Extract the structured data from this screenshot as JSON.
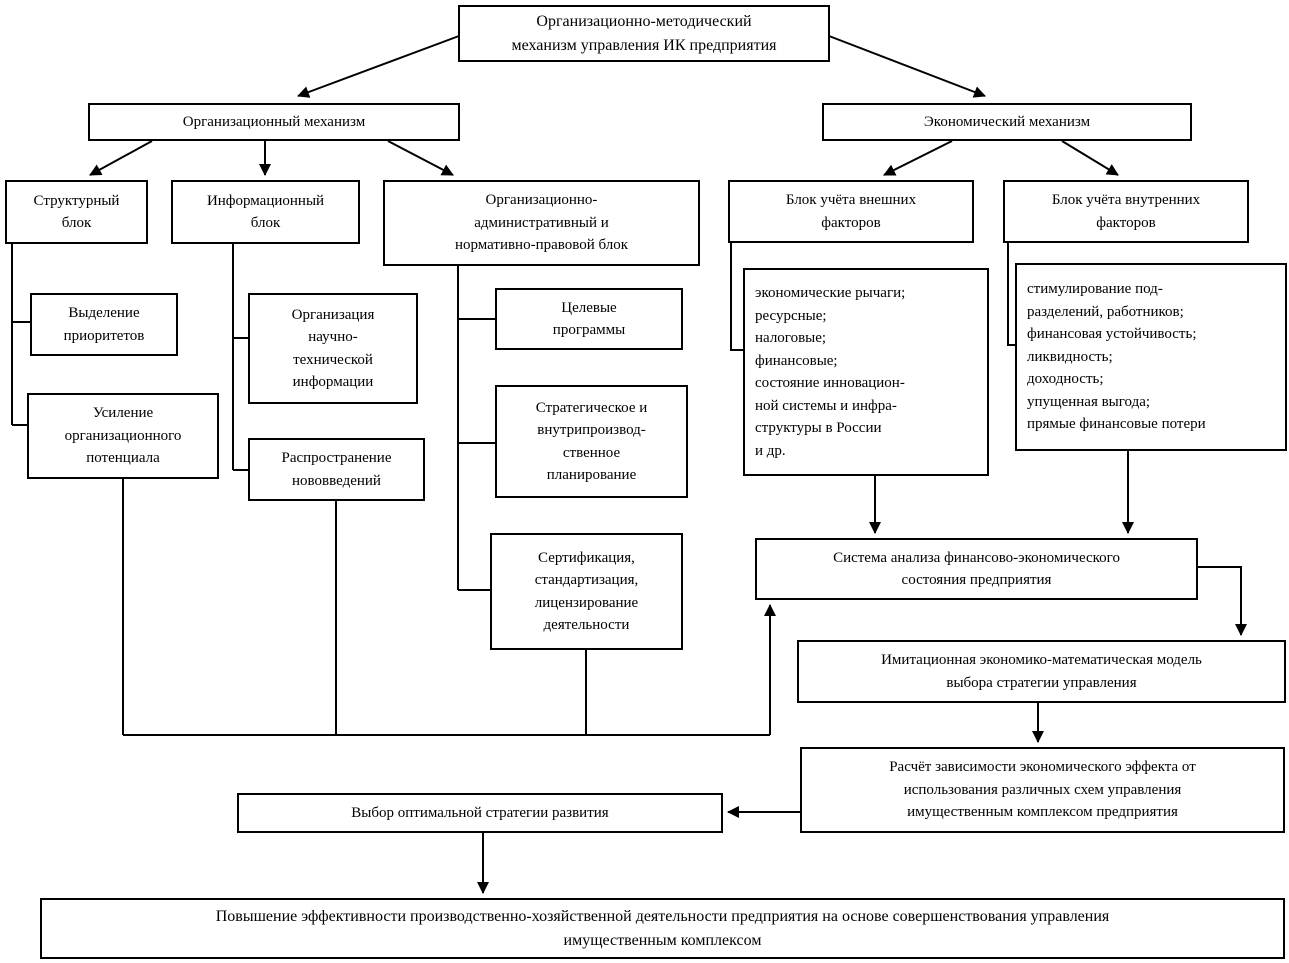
{
  "diagram_title": "Организационно-методический механизм управления ИК предприятия",
  "colors": {
    "line": "#000000",
    "box_border": "#000000",
    "background": "#ffffff",
    "text": "#000000"
  },
  "nodes": {
    "root": "Организационно-методический\nмеханизм управления ИК предприятия",
    "org_mech": "Организационный механизм",
    "econ_mech": "Экономический механизм",
    "struct_block": "Структурный\nблок",
    "info_block": "Информационный\nблок",
    "org_adm_block": "Организационно-\nадминистративный и\nнормативно-правовой блок",
    "ext_block": "Блок учёта внешних\nфакторов",
    "int_block": "Блок учёта внутренних\nфакторов",
    "vydelenie": "Выделение\nприоритетов",
    "usilenie": "Усиление\nорганизационного\nпотенциала",
    "org_nti": "Организация\nнаучно-\nтехнической\nинформации",
    "rasprostranenie": "Распространение\nнововведений",
    "tselevye": "Целевые\nпрограммы",
    "strategicheskoe": "Стратегическое и\nвнутрипроизвод-\nственное\nпланирование",
    "sertifikatsiya": "Сертификация,\nстандартизация,\nлицензирование\nдеятельности",
    "ext_list": "экономические рычаги;\nресурсные;\nналоговые;\nфинансовые;\nсостояние инновацион-\nной системы и инфра-\nструктуры в России\nи др.",
    "int_list": "стимулирование под-\nразделений, работников;\nфинансовая устойчивость;\nликвидность;\nдоходность;\nупущенная выгода;\nпрямые финансовые потери",
    "sistema": "Система анализа финансово-экономического\nсостояния предприятия",
    "imitatsionnaya": "Имитационная экономико-математическая модель\nвыбора стратегии управления",
    "raschet": "Расчёт зависимости экономического эффекта от\nиспользования различных схем управления\nимущественным комплексом предприятия",
    "vybor": "Выбор оптимальной стратегии развития",
    "bottom": "Повышение эффективности производственно-хозяйственной деятельности предприятия на основе совершенствования управления\nимущественным комплексом"
  }
}
